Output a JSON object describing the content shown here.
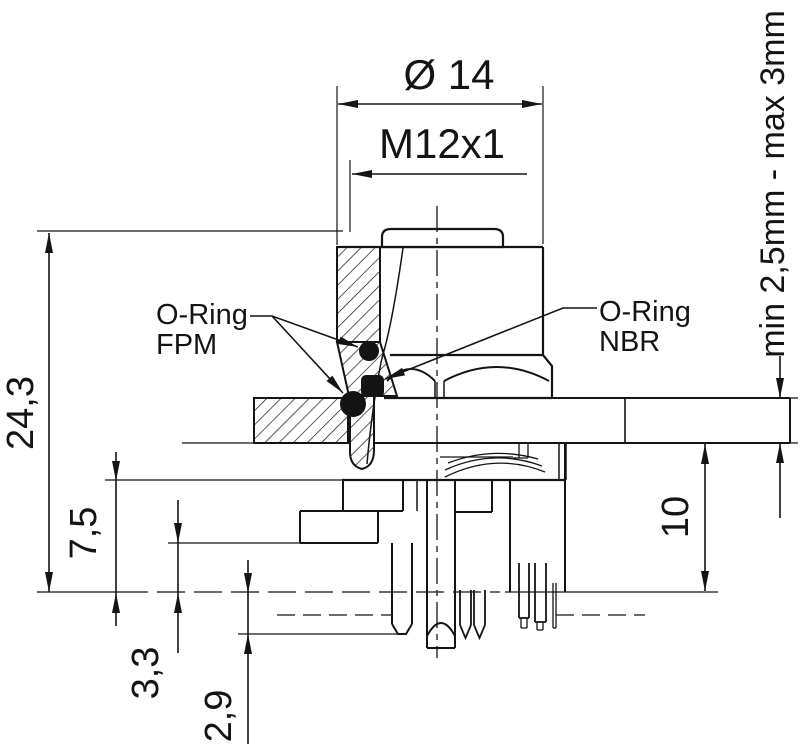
{
  "drawing": {
    "dimensions": {
      "diameter": "Ø 14",
      "thread": "M12x1",
      "height_total": "24,3",
      "height_flange": "7,5",
      "height_step": "3,3",
      "pin_protrusion": "2,9",
      "depth_rear": "10",
      "panel_thickness": "min 2,5mm - max 3mm"
    },
    "labels": {
      "oring_left_line1": "O-Ring",
      "oring_left_line2": "FPM",
      "oring_right_line1": "O-Ring",
      "oring_right_line2": "NBR"
    },
    "colors": {
      "ink": "#141414",
      "background": "#ffffff"
    }
  }
}
